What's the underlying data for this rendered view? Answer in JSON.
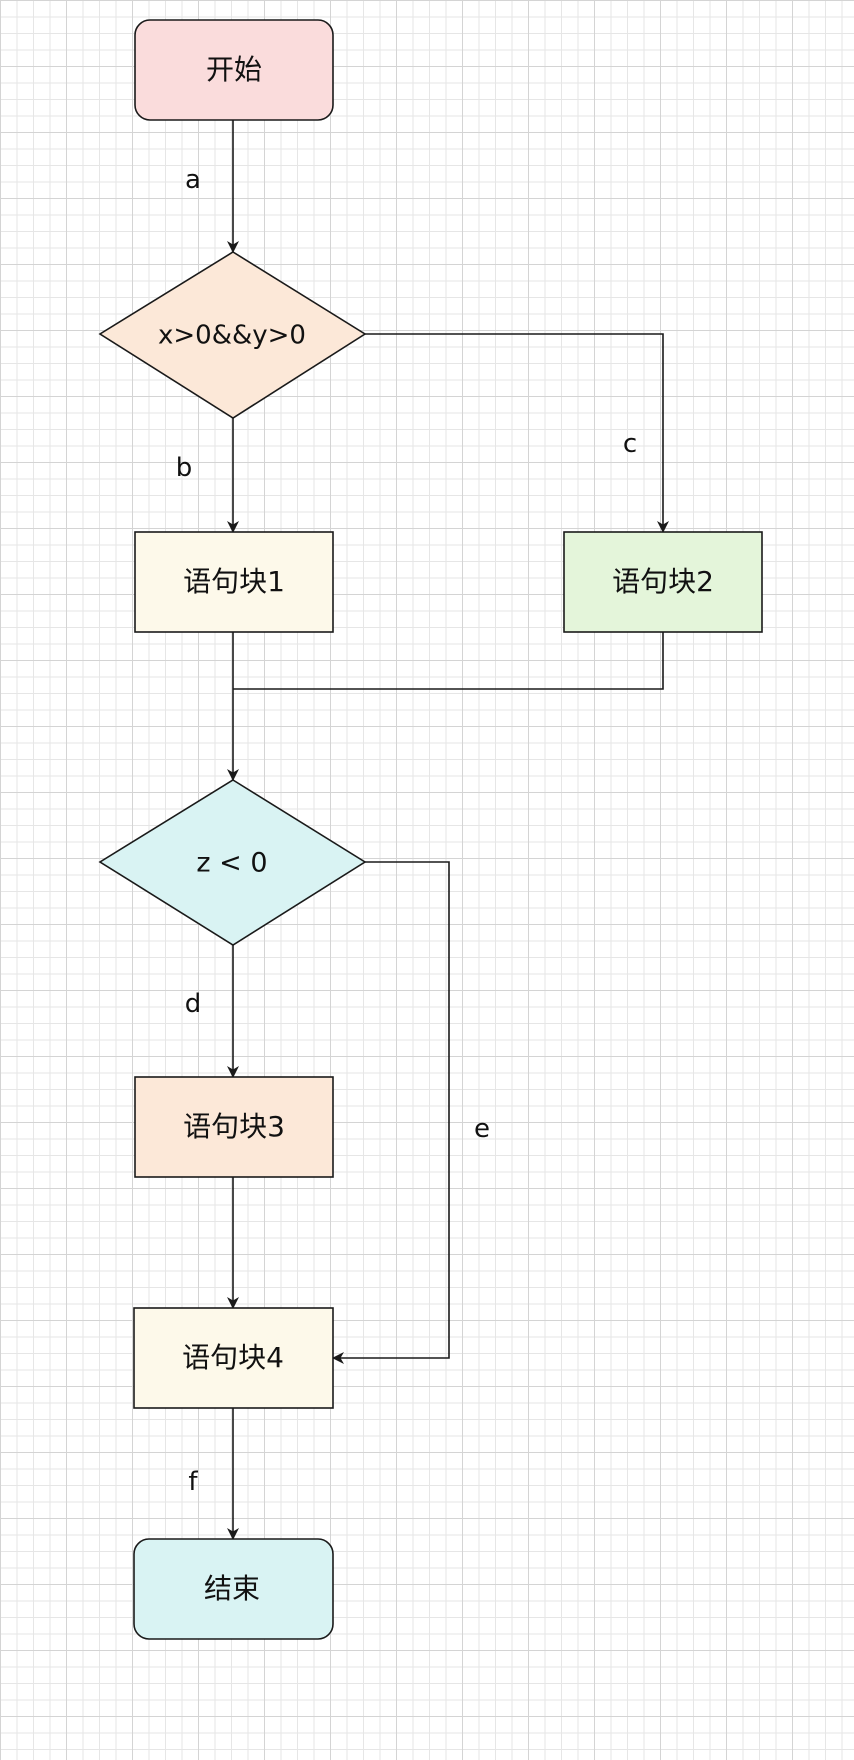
{
  "nodes": {
    "start": {
      "label": "开始",
      "fill": "#fadcdc"
    },
    "cond1": {
      "label": "x>0&&y>0",
      "fill": "#fce8d8"
    },
    "block1": {
      "label": "语句块1",
      "fill": "#fdf9ea"
    },
    "block2": {
      "label": "语句块2",
      "fill": "#e4f5da"
    },
    "cond2": {
      "label": "z < 0",
      "fill": "#d9f3f3"
    },
    "block3": {
      "label": "语句块3",
      "fill": "#fce8d8"
    },
    "block4": {
      "label": "语句块4",
      "fill": "#fdf9ea"
    },
    "end": {
      "label": "结束",
      "fill": "#d9f3f3"
    }
  },
  "edges": {
    "a": "a",
    "b": "b",
    "c": "c",
    "d": "d",
    "e": "e",
    "f": "f"
  },
  "colors": {
    "stroke": "#1a1a1a",
    "grid_minor": "#e6e6e6",
    "grid_major": "#d4d4d4"
  }
}
